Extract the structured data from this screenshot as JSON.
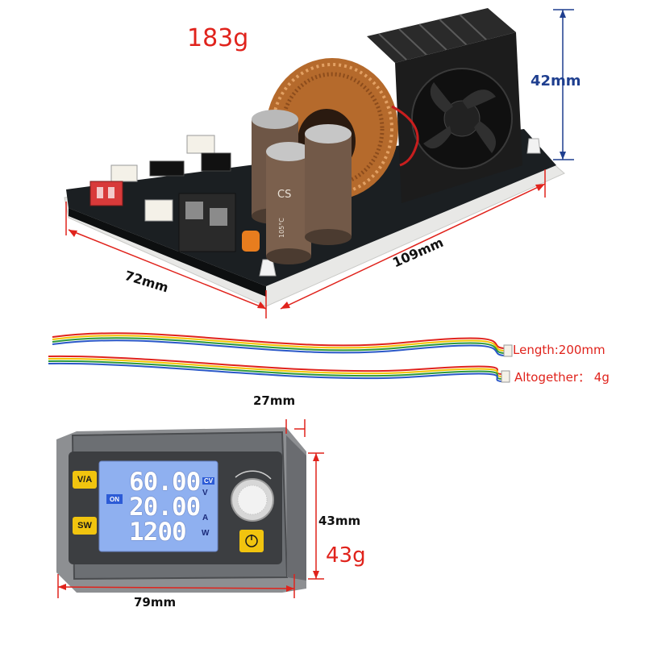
{
  "annotations": {
    "board_weight": "183g",
    "height": "42mm",
    "width": "72mm",
    "length": "109mm",
    "cable_length": "Length:200mm",
    "cable_weight": "Altogether： 4g",
    "depth": "27mm",
    "panel_height": "43mm",
    "panel_weight": "43g",
    "panel_width": "79mm"
  },
  "board": {
    "capacitor_marking": "CS",
    "capacitor_value": "105°C"
  },
  "panel": {
    "btn_va": "V/A",
    "btn_sw": "SW",
    "btn_on": "ON",
    "reading_voltage": "60.00",
    "reading_current": "20.00",
    "reading_power": "1200",
    "mode": "CV",
    "unit_v": "V",
    "unit_a": "A",
    "unit_w": "W"
  },
  "colors": {
    "red_label": "#e0231c",
    "blue_label": "#1f3f8f",
    "lcd_blue": "#8fb0f0",
    "button_yellow": "#f1c40f"
  }
}
